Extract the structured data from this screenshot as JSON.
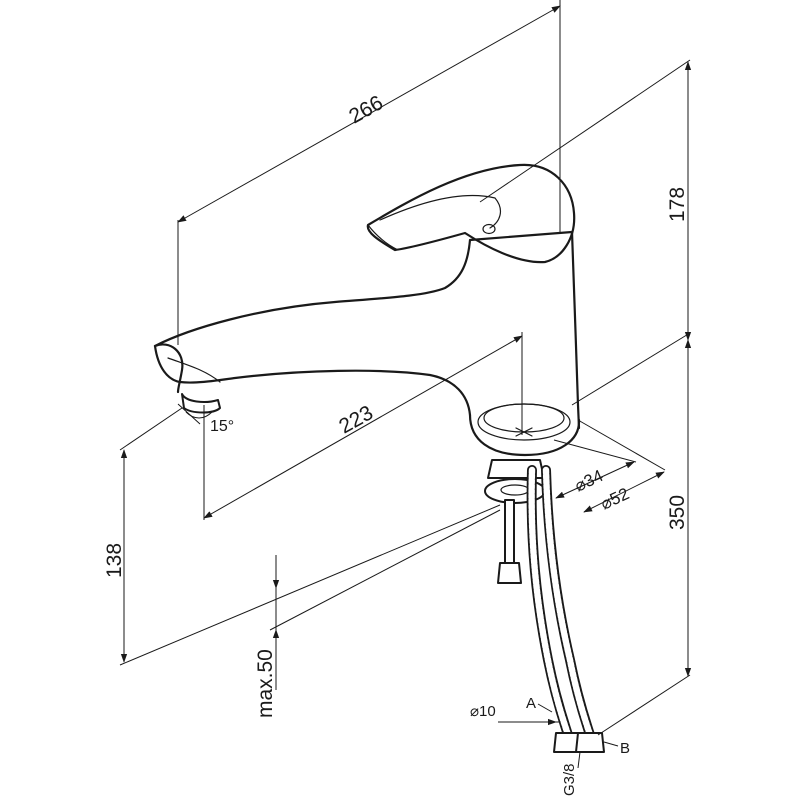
{
  "dimensions": {
    "total_reach": "266",
    "spout_reach": "223",
    "spout_angle": "15°",
    "height_above_spout_base": "178",
    "total_height": "350",
    "spout_height": "138",
    "max_mount_thickness": "max.50",
    "inner_diameter": "⌀34",
    "outer_diameter": "⌀52",
    "pipe_diameter": "⌀10",
    "thread": "G3/8"
  },
  "labels": {
    "hose_a": "A",
    "hose_b": "B"
  }
}
